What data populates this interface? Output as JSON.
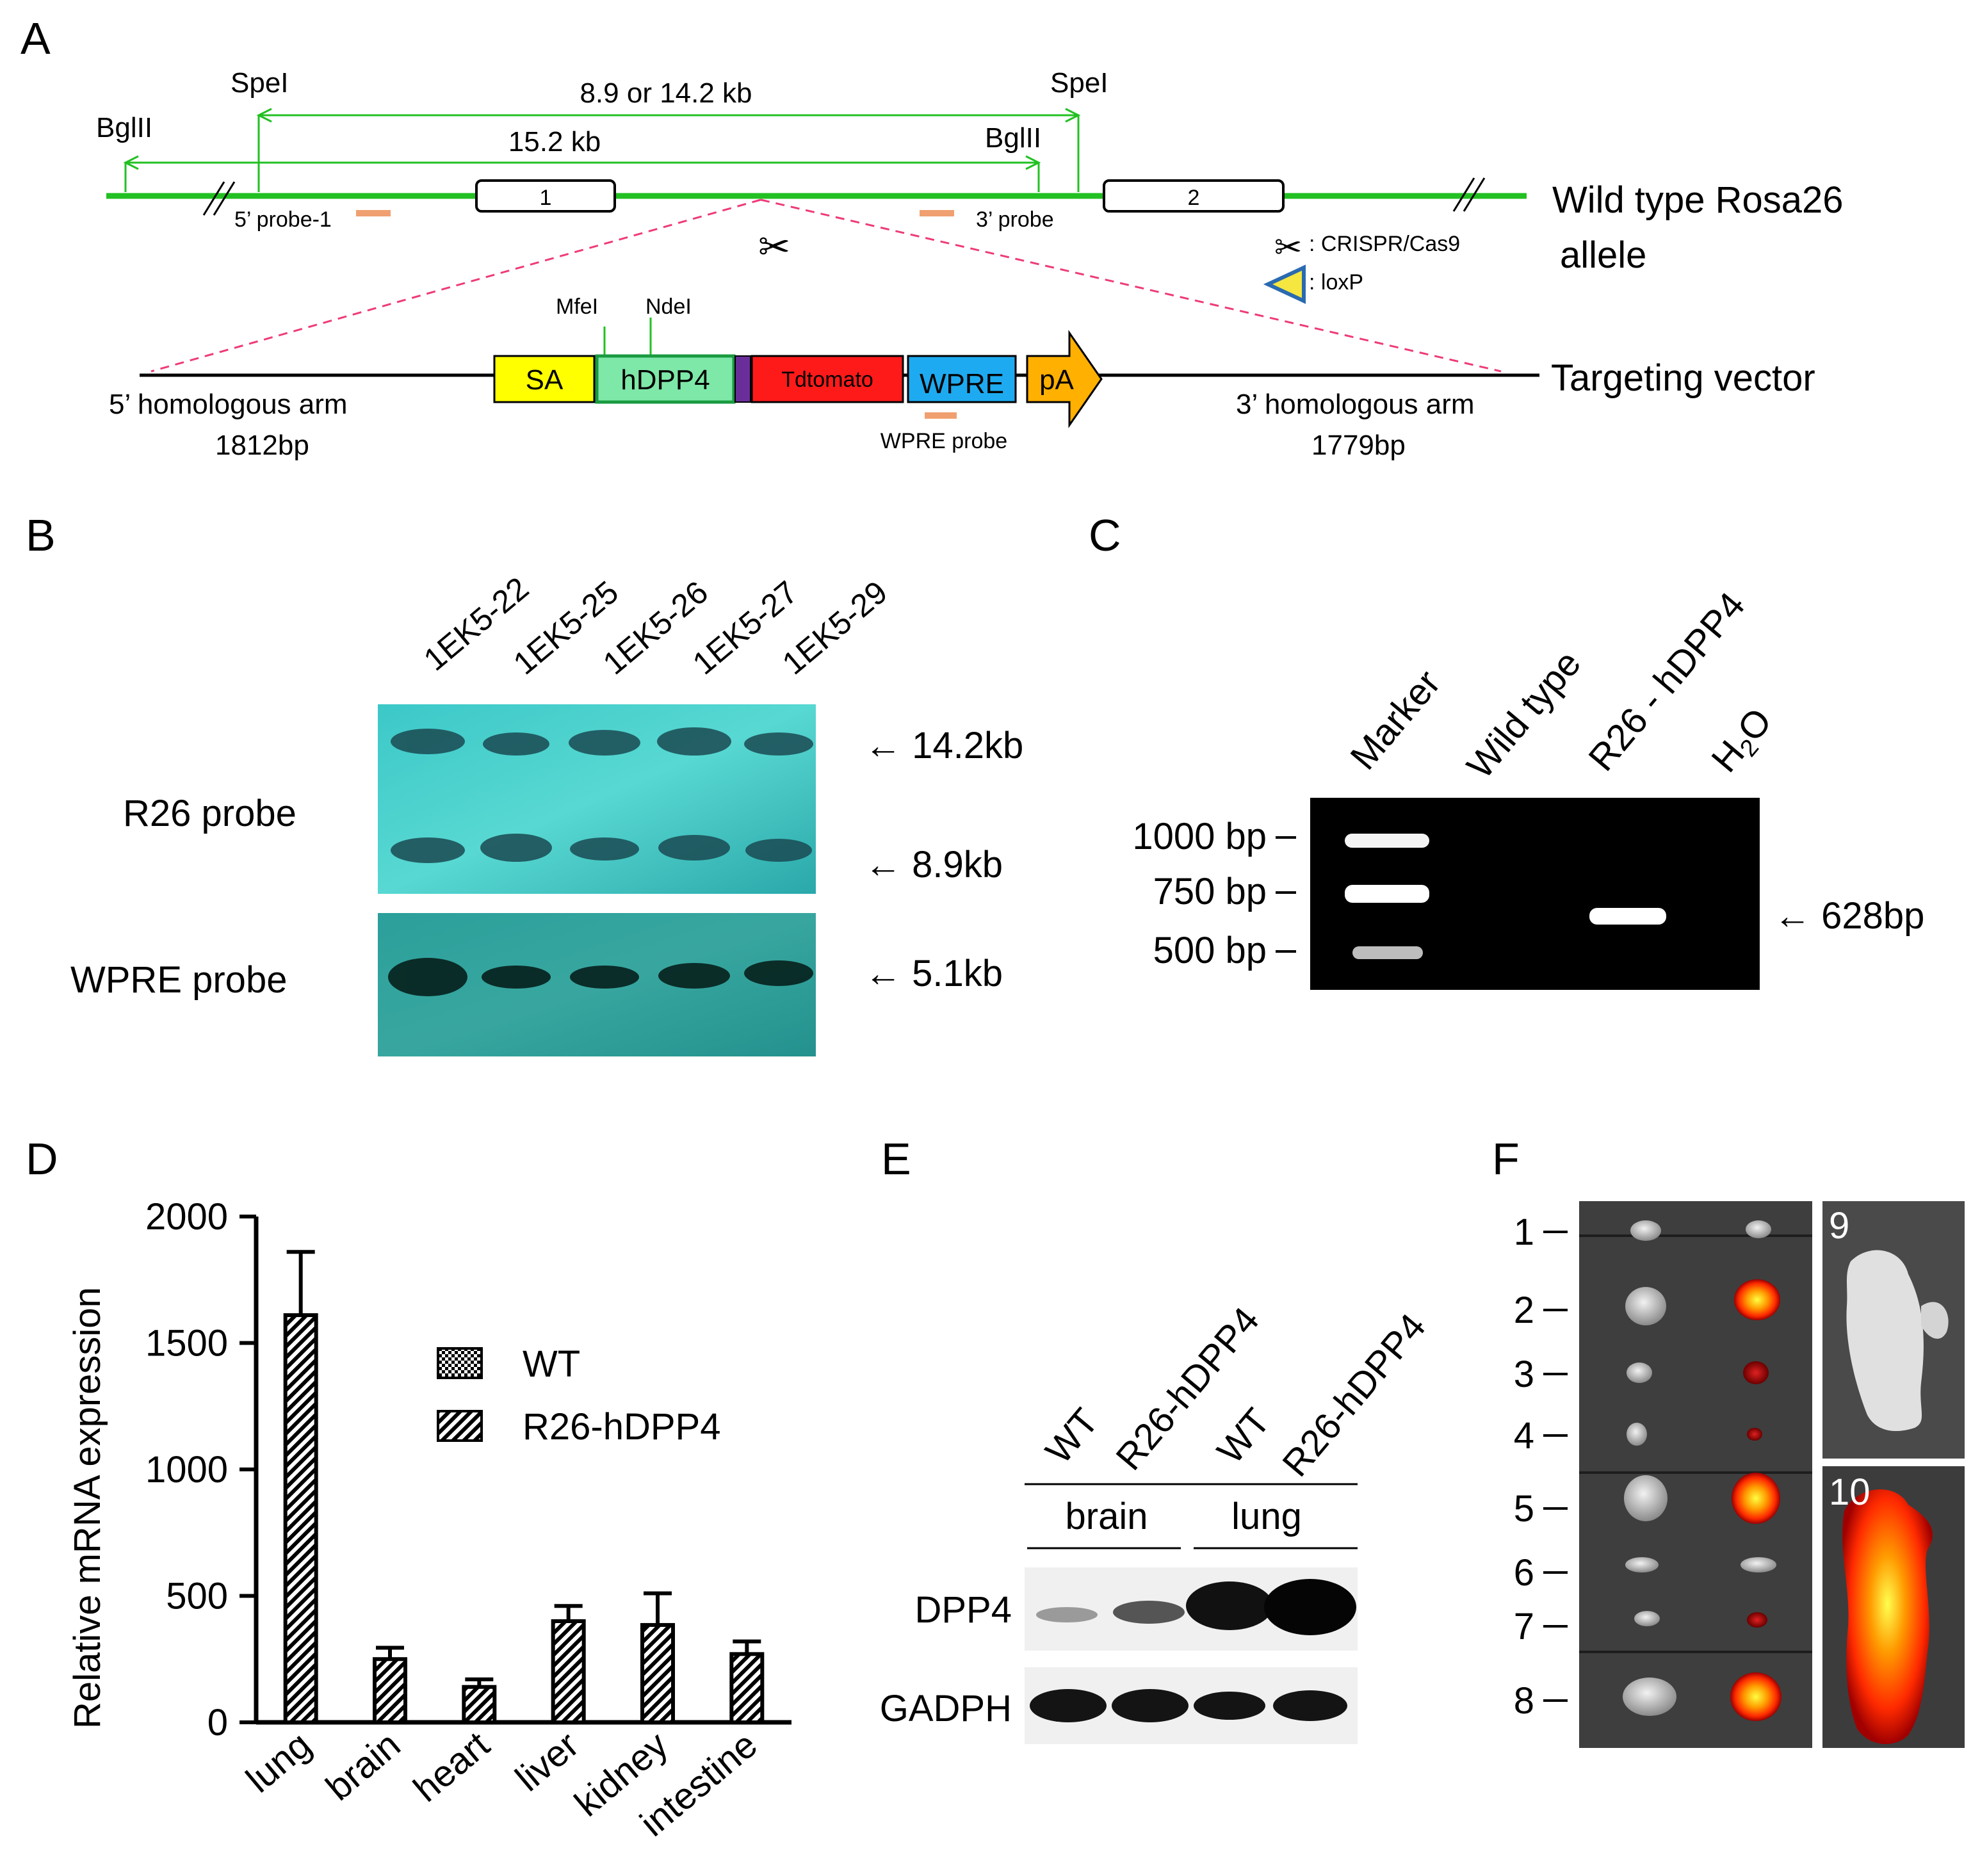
{
  "panels": {
    "a": {
      "letter": "A",
      "sites": {
        "bglii_left": "BglII",
        "spei_left": "SpeI",
        "spei_right": "SpeI",
        "bglii_right": "BglII"
      },
      "dist_spei": "8.9 or 14.2 kb",
      "dist_bglii": "15.2 kb",
      "exon1": "1",
      "exon2": "2",
      "probe5": "5’ probe-1",
      "probe3": "3’ probe",
      "legend_crispr": ": CRISPR/Cas9",
      "legend_loxp": ": loxP",
      "allele_line1": "Wild type Rosa26",
      "allele_line2": "allele",
      "mfei": "MfeI",
      "ndei": "NdeI",
      "sa": "SA",
      "hdpp4": "hDPP4",
      "tdtomato": "Tdtomato",
      "wpre": "WPRE",
      "pa": "pA",
      "wpre_probe": "WPRE probe",
      "arm5_label": "5’ homologous arm",
      "arm5_bp": "1812bp",
      "arm3_label": "3’ homologous arm",
      "arm3_bp": "1779bp",
      "vector_label": "Targeting vector",
      "colors": {
        "genome": "#22c022",
        "dash": "#ee3b7a",
        "probe": "#f0a070",
        "sa": "#ffff00",
        "hdpp4": "#7ee8a8",
        "linker": "#6a2e9a",
        "tdtomato": "#ff1a1a",
        "wpre": "#1eaaf0",
        "pa": "#ffb000"
      }
    },
    "b": {
      "letter": "B",
      "lanes": [
        "1EK5-22",
        "1EK5-25",
        "1EK5-26",
        "1EK5-27",
        "1EK5-29"
      ],
      "row1": "R26 probe",
      "row2": "WPRE probe",
      "arrow_14": "← 14.2kb",
      "arrow_89": "← 8.9kb",
      "arrow_51": "← 5.1kb"
    },
    "c": {
      "letter": "C",
      "lanes": [
        "Marker",
        "Wild type",
        "R26 - hDPP4"
      ],
      "lane_h2o_h": "H",
      "lane_h2o_sub": "2",
      "lane_h2o_o": "O",
      "ladder": [
        "1000 bp",
        "750 bp",
        "500 bp"
      ],
      "band_label": "← 628bp"
    },
    "d": {
      "letter": "D",
      "legend_wt": "WT",
      "legend_tg": "R26-hDPP4"
    },
    "e": {
      "letter": "E",
      "lanes": [
        "WT",
        "R26-hDPP4",
        "WT",
        "R26-hDPP4"
      ],
      "group_brain": "brain",
      "group_lung": "lung",
      "row_dpp4": "DPP4",
      "row_gadph": "GADPH"
    },
    "f": {
      "letter": "F",
      "rows": [
        "1",
        "2",
        "3",
        "4",
        "5",
        "6",
        "7",
        "8"
      ],
      "mouse_9": "9",
      "mouse_10": "10"
    }
  },
  "chart_data": {
    "type": "bar",
    "categories": [
      "lung",
      "brain",
      "heart",
      "liver",
      "kidney",
      "intestine"
    ],
    "series": [
      {
        "name": "WT",
        "values": [
          0,
          0,
          0,
          0,
          0,
          0
        ]
      },
      {
        "name": "R26-hDPP4",
        "values": [
          1610,
          250,
          140,
          400,
          385,
          270
        ],
        "errors": [
          250,
          45,
          30,
          60,
          125,
          50
        ]
      }
    ],
    "ylabel": "Relative mRNA expression",
    "xlabel": "",
    "ylim": [
      0,
      2000
    ],
    "yticks": [
      0,
      500,
      1000,
      1500,
      2000
    ]
  }
}
